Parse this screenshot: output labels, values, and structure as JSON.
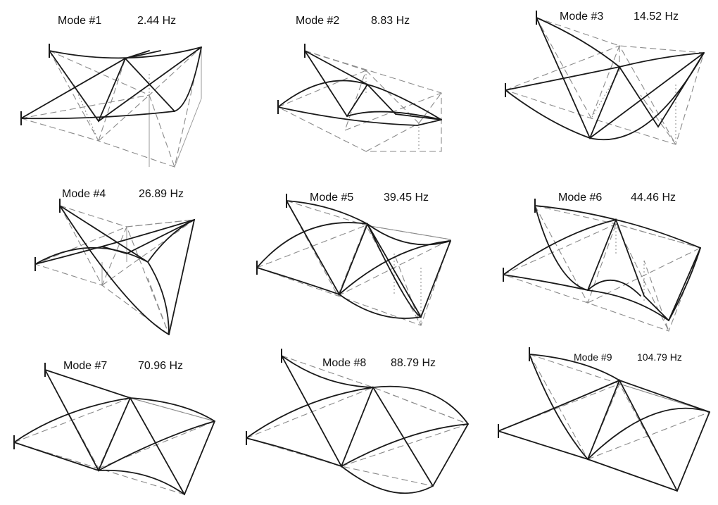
{
  "figure": {
    "modes": [
      {
        "label": "Mode #1",
        "frequency": "2.44 Hz"
      },
      {
        "label": "Mode #2",
        "frequency": "8.83 Hz"
      },
      {
        "label": "Mode #3",
        "frequency": "14.52 Hz"
      },
      {
        "label": "Mode #4",
        "frequency": "26.89 Hz"
      },
      {
        "label": "Mode #5",
        "frequency": "39.45 Hz"
      },
      {
        "label": "Mode #6",
        "frequency": "44.46 Hz"
      },
      {
        "label": "Mode #7",
        "frequency": "70.96 Hz"
      },
      {
        "label": "Mode #8",
        "frequency": "88.79 Hz"
      },
      {
        "label": "Mode #9",
        "frequency": "104.79 Hz"
      }
    ]
  }
}
